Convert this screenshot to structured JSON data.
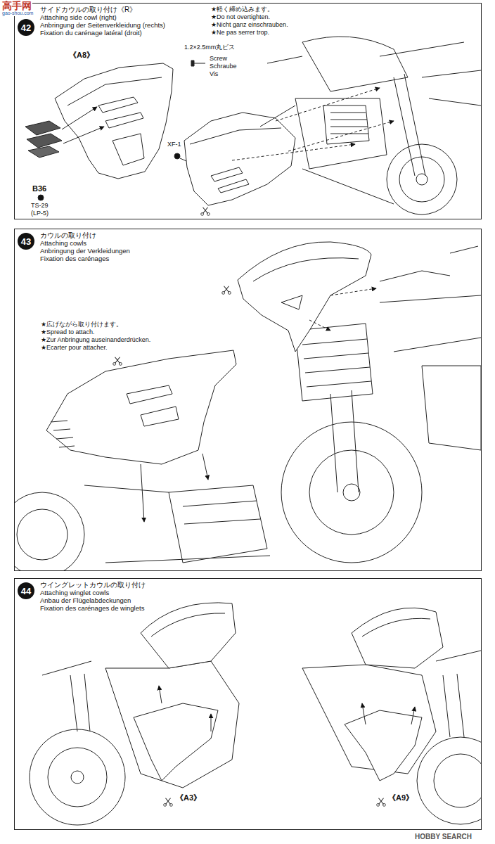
{
  "diagram": {
    "nodes": [
      {
        "text": [
          "サイドカウルの取り付け《R》",
          "Attaching side cowl (right)",
          "Anbringung der Seitenverkleidung (rechts)",
          "Fixation du carénage latéral (droit)"
        ]
      },
      {
        "text": [
          "42"
        ],
        "in": 0
      },
      {
        "text": [
          "カウルの取り付け",
          "Attaching cowls",
          "Anbringung der Verkleidungen",
          "Fixation des carénages"
        ]
      },
      {
        "text": [
          "43"
        ],
        "in": 2
      },
      {
        "text": [
          "ウイングレットカウルの取り付け",
          "Attaching winglet cowls",
          "Anbau der Flügelabdeckungen",
          "Fixation des carénages de winglets"
        ]
      },
      {
        "text": [
          "44"
        ],
        "in": 4
      }
    ],
    "labels": [
      "高手网",
      "gao-shou.com",
      "《A8》",
      "B36",
      "TS-29",
      "(LP-5)",
      "XF-1",
      "★軽く締め込みます。",
      "★Do not overtighten.",
      "★Nicht ganz einschrauben.",
      "★Ne pas serrer trop.",
      "1.2×2.5mm丸ビス",
      "Screw",
      "Schraube",
      "Vis",
      "★広げながら取り付けます。",
      "★Spread to attach.",
      "★Zur Anbringung auseinanderdrücken.",
      "★Ecarter pour attacher.",
      "《A3》",
      "《A9》",
      "HOBBY SEARCH"
    ]
  }
}
